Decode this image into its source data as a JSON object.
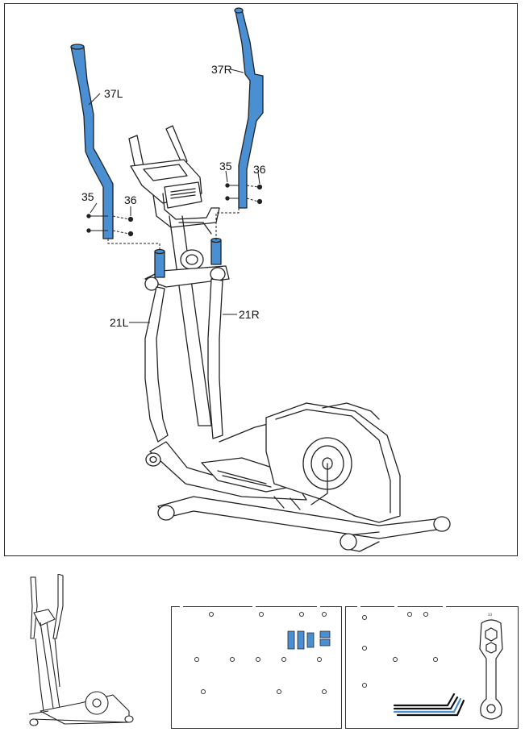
{
  "parts": {
    "handlebar_left": "37L",
    "handlebar_right": "37R",
    "bolt_left": "35",
    "washer_left": "36",
    "bolt_right": "35",
    "washer_right": "36",
    "lower_arm_left": "21L",
    "lower_arm_right": "21R"
  },
  "highlight_color": "#4a8fd1",
  "hardware_right": {
    "tool_number": "33"
  }
}
